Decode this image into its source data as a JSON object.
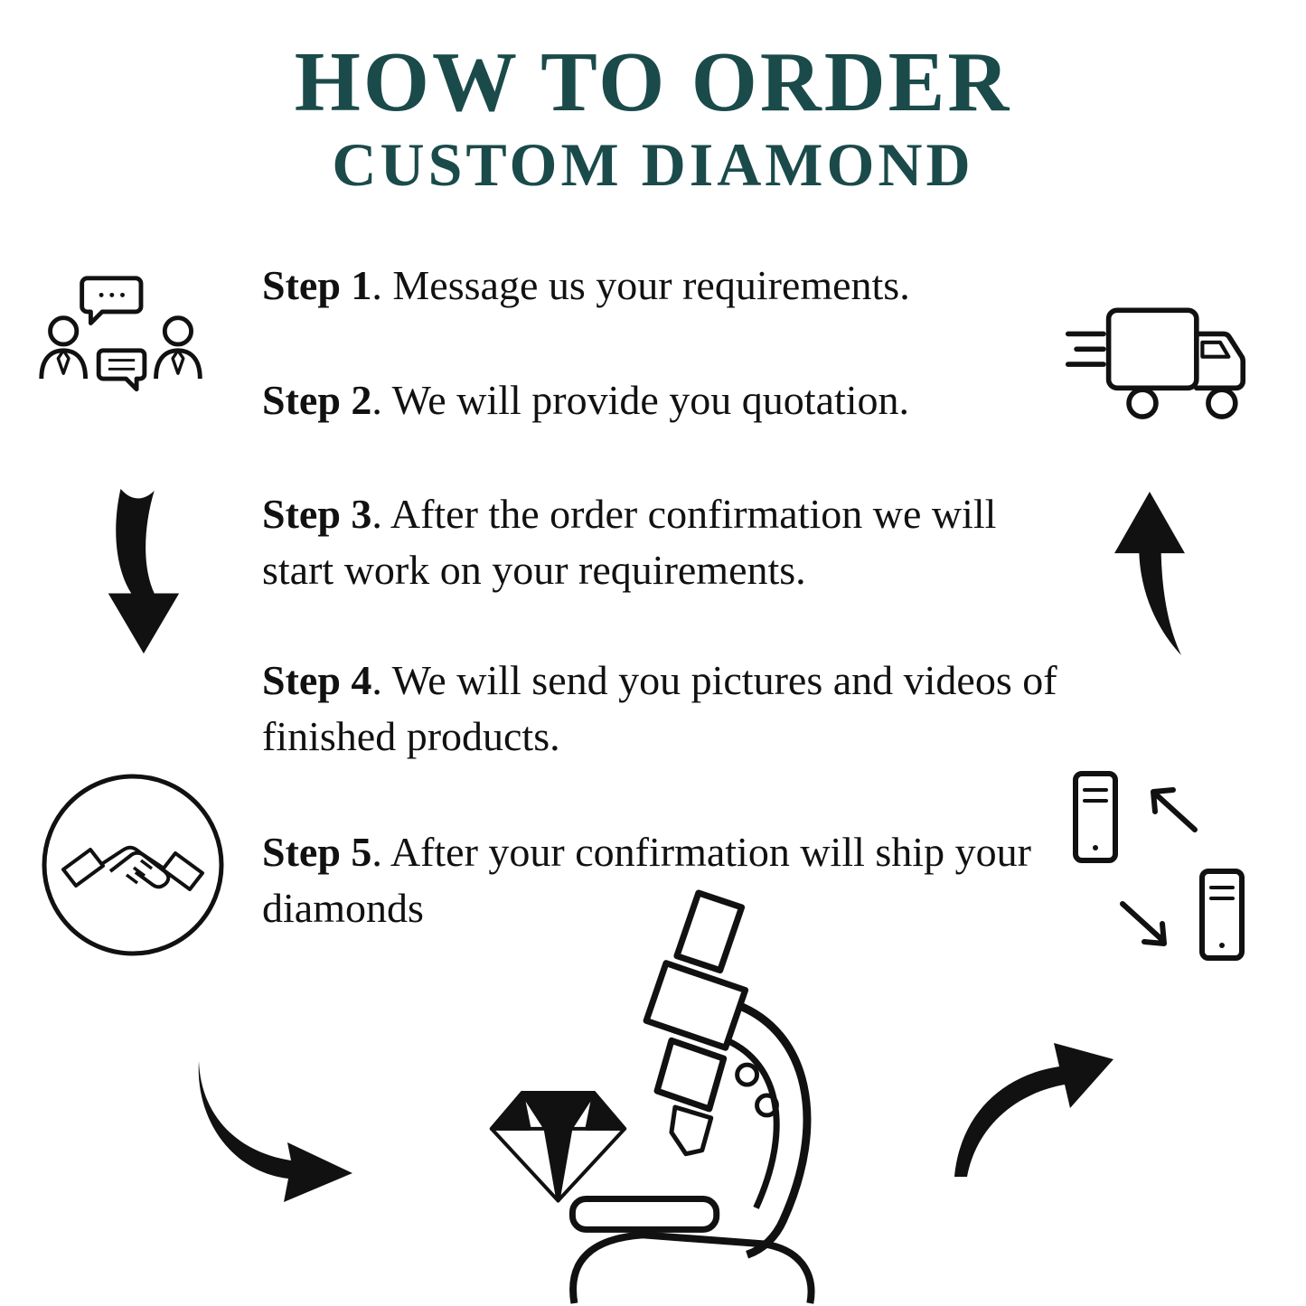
{
  "title": {
    "line1": "HOW TO ORDER",
    "line2": "CUSTOM DIAMOND"
  },
  "steps": [
    {
      "label": "Step 1",
      "text": ". Message us your requirements."
    },
    {
      "label": "Step 2",
      "text": ". We will provide you quotation."
    },
    {
      "label": "Step 3",
      "text": ". After the order confirmation we will start work on your requirements."
    },
    {
      "label": "Step 4",
      "text": ". We will send you pictures and videos of finished products."
    },
    {
      "label": "Step 5",
      "text": ". After your confirmation will ship your diamonds"
    }
  ],
  "icons": [
    "conversation-icon",
    "delivery-truck-icon",
    "arrow-down-icon",
    "arrow-up-icon",
    "handshake-icon",
    "data-exchange-icon",
    "microscope-diamond-icon",
    "curved-arrow-left-icon",
    "curved-arrow-right-icon"
  ],
  "colors": {
    "title": "#1b4a4a",
    "text": "#111111",
    "icon": "#111111",
    "background": "#ffffff"
  }
}
